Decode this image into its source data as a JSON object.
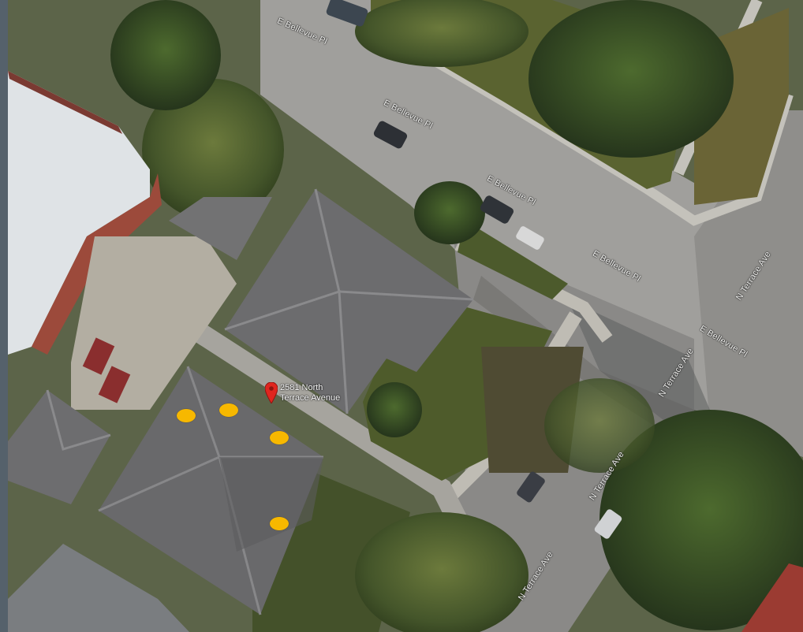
{
  "map": {
    "view": "satellite",
    "colors": {
      "road": "#9d9d9b",
      "sidewalk": "#c3c1ba",
      "lawn": "#4f5a2f",
      "tree": "#3f5226",
      "roof": "#6b6b6d",
      "marker": "#f7b800",
      "pin": "#e0261f"
    }
  },
  "street_labels": [
    "E Bellevue Pl",
    "E Bellevue Pl",
    "E Bellevue Pl",
    "E Bellevue Pl",
    "E Bellevue Pl",
    "N Terrace Ave",
    "N Terrace Ave",
    "N Terrace Ave",
    "N Terrace Ave"
  ],
  "place": {
    "icon": "map-pin-icon",
    "line1": "2581 North",
    "line2": "Terrace Avenue"
  },
  "markers": {
    "count": 4,
    "icon": "circle-marker"
  }
}
